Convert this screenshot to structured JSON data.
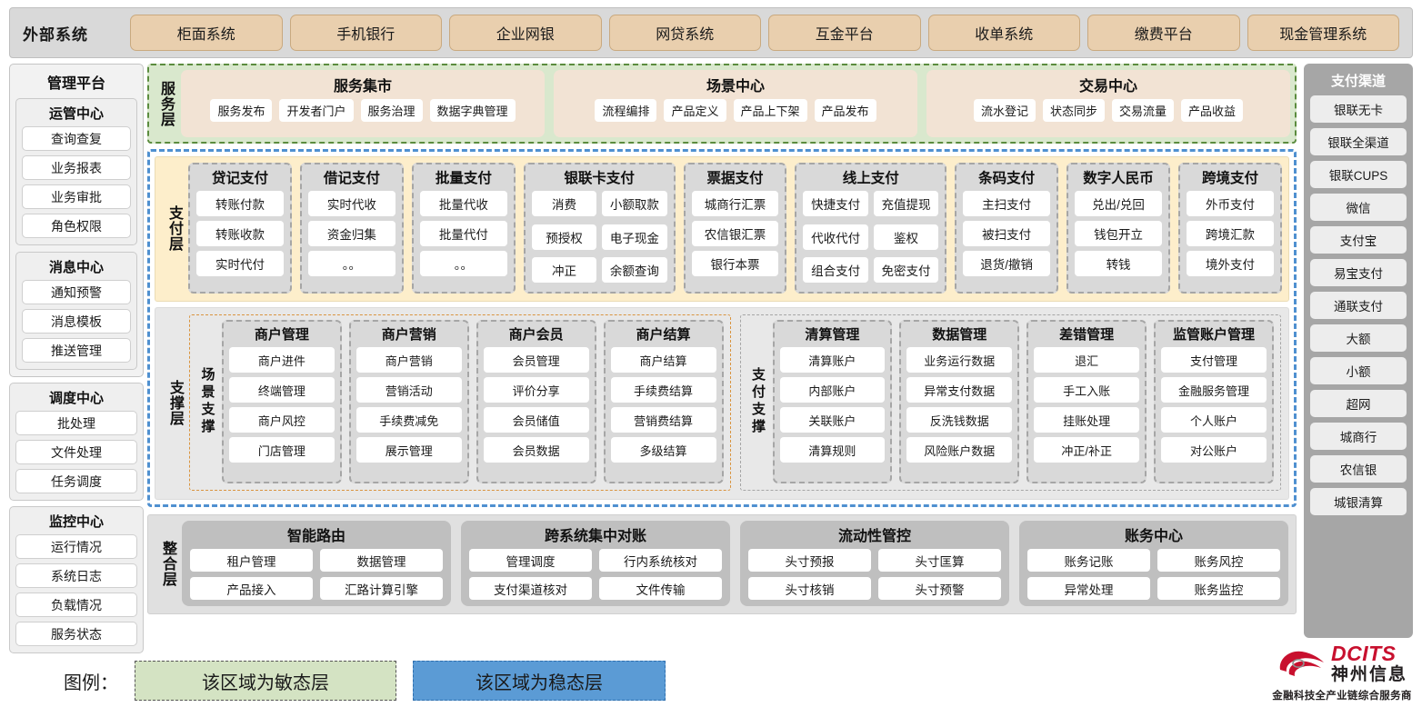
{
  "external": {
    "title": "外部系统",
    "items": [
      "柜面系统",
      "手机银行",
      "企业网银",
      "网贷系统",
      "互金平台",
      "收单系统",
      "缴费平台",
      "现金管理系统"
    ]
  },
  "left_sidebar": {
    "title": "管理平台",
    "groups": [
      {
        "title": "运管中心",
        "items": [
          "查询查复",
          "业务报表",
          "业务审批",
          "角色权限"
        ]
      },
      {
        "title": "消息中心",
        "items": [
          "通知预警",
          "消息模板",
          "推送管理"
        ]
      }
    ],
    "standalone_groups": [
      {
        "title": "调度中心",
        "items": [
          "批处理",
          "文件处理",
          "任务调度"
        ]
      },
      {
        "title": "监控中心",
        "items": [
          "运行情况",
          "系统日志",
          "负载情况",
          "服务状态"
        ]
      }
    ]
  },
  "right_sidebar": {
    "title": "支付渠道",
    "items": [
      "银联无卡",
      "银联全渠道",
      "银联CUPS",
      "微信",
      "支付宝",
      "易宝支付",
      "通联支付",
      "大额",
      "小额",
      "超网",
      "城商行",
      "农信银",
      "城银清算"
    ]
  },
  "service_layer": {
    "label": "服务层",
    "cards": [
      {
        "title": "服务集市",
        "items": [
          "服务发布",
          "开发者门户",
          "服务治理",
          "数据字典管理"
        ]
      },
      {
        "title": "场景中心",
        "items": [
          "流程编排",
          "产品定义",
          "产品上下架",
          "产品发布"
        ]
      },
      {
        "title": "交易中心",
        "items": [
          "流水登记",
          "状态同步",
          "交易流量",
          "产品收益"
        ]
      }
    ]
  },
  "payment_layer": {
    "label": "支付层",
    "cards": [
      {
        "title": "贷记支付",
        "cols": 1,
        "items": [
          "转账付款",
          "转账收款",
          "实时代付"
        ]
      },
      {
        "title": "借记支付",
        "cols": 1,
        "items": [
          "实时代收",
          "资金归集",
          "。。"
        ]
      },
      {
        "title": "批量支付",
        "cols": 1,
        "items": [
          "批量代收",
          "批量代付",
          "。。"
        ]
      },
      {
        "title": "银联卡支付",
        "cols": 2,
        "items": [
          "消费",
          "小额取款",
          "预授权",
          "电子现金",
          "冲正",
          "余额查询"
        ]
      },
      {
        "title": "票据支付",
        "cols": 1,
        "items": [
          "城商行汇票",
          "农信银汇票",
          "银行本票"
        ]
      },
      {
        "title": "线上支付",
        "cols": 2,
        "items": [
          "快捷支付",
          "充值提现",
          "代收代付",
          "鉴权",
          "组合支付",
          "免密支付"
        ]
      },
      {
        "title": "条码支付",
        "cols": 1,
        "items": [
          "主扫支付",
          "被扫支付",
          "退货/撤销"
        ]
      },
      {
        "title": "数字人民币",
        "cols": 1,
        "items": [
          "兑出/兑回",
          "钱包开立",
          "转钱"
        ]
      },
      {
        "title": "跨境支付",
        "cols": 1,
        "items": [
          "外币支付",
          "跨境汇款",
          "境外支付"
        ]
      }
    ]
  },
  "support_layer": {
    "label": "支撑层",
    "panes": [
      {
        "label": "场景支撑",
        "cards": [
          {
            "title": "商户管理",
            "items": [
              "商户进件",
              "终端管理",
              "商户风控",
              "门店管理"
            ]
          },
          {
            "title": "商户营销",
            "items": [
              "商户营销",
              "营销活动",
              "手续费减免",
              "展示管理"
            ]
          },
          {
            "title": "商户会员",
            "items": [
              "会员管理",
              "评价分享",
              "会员储值",
              "会员数据"
            ]
          },
          {
            "title": "商户结算",
            "items": [
              "商户结算",
              "手续费结算",
              "营销费结算",
              "多级结算"
            ]
          }
        ]
      },
      {
        "label": "支付支撑",
        "cards": [
          {
            "title": "清算管理",
            "items": [
              "清算账户",
              "内部账户",
              "关联账户",
              "清算规则"
            ]
          },
          {
            "title": "数据管理",
            "items": [
              "业务运行数据",
              "异常支付数据",
              "反洗钱数据",
              "风险账户数据"
            ]
          },
          {
            "title": "差错管理",
            "items": [
              "退汇",
              "手工入账",
              "挂账处理",
              "冲正/补正"
            ]
          },
          {
            "title": "监管账户管理",
            "items": [
              "支付管理",
              "金融服务管理",
              "个人账户",
              "对公账户"
            ]
          }
        ]
      }
    ]
  },
  "integration_layer": {
    "label": "整合层",
    "cards": [
      {
        "title": "智能路由",
        "items": [
          "租户管理",
          "数据管理",
          "产品接入",
          "汇路计算引擎"
        ]
      },
      {
        "title": "跨系统集中对账",
        "items": [
          "管理调度",
          "行内系统核对",
          "支付渠道核对",
          "文件传输"
        ]
      },
      {
        "title": "流动性管控",
        "items": [
          "头寸预报",
          "头寸匡算",
          "头寸核销",
          "头寸预警"
        ]
      },
      {
        "title": "账务中心",
        "items": [
          "账务记账",
          "账务风控",
          "异常处理",
          "账务监控"
        ]
      }
    ]
  },
  "legend": {
    "label": "图例：",
    "agile": "该区域为敏态层",
    "stable": "该区域为稳态层",
    "agile_color": "#d4e3c3",
    "stable_color": "#5b9bd5"
  },
  "logo": {
    "en": "DCITS",
    "cn": "神州信息",
    "tagline": "金融科技全产业链综合服务商",
    "brand_color": "#c8102e"
  }
}
